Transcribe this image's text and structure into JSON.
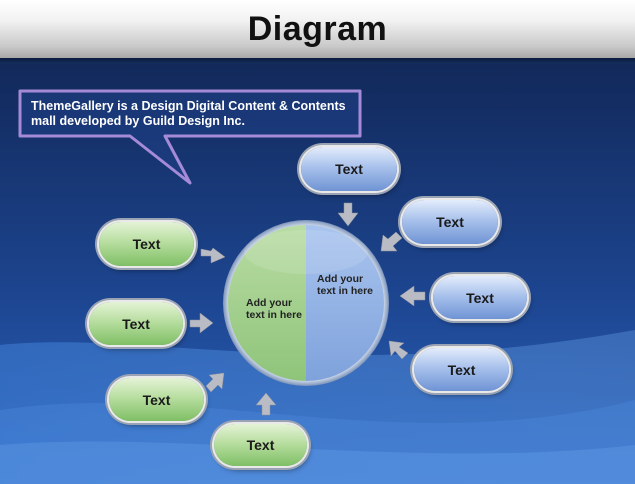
{
  "title": "Diagram",
  "callout": {
    "line1": "ThemeGallery is a Design Digital Content & Contents",
    "line2": "mall developed by Guild Design Inc."
  },
  "center": {
    "left_text": "Add your text in here",
    "right_text": "Add your text in here"
  },
  "nodes": {
    "blue": [
      "Text",
      "Text",
      "Text",
      "Text"
    ],
    "green": [
      "Text",
      "Text",
      "Text",
      "Text"
    ]
  },
  "colors": {
    "blue_fill": "#a9c2ec",
    "green_fill": "#b8dea0",
    "background": "#1a3a78",
    "callout_border": "#9b7fd1"
  }
}
